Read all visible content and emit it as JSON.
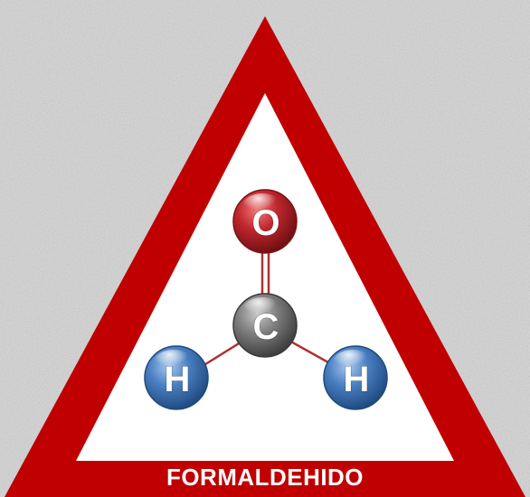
{
  "title": "FORMALDEHIDO",
  "colors": {
    "border_red": "#c00000",
    "inner_white": "#ffffff",
    "background_gray": "#d9d9d9",
    "oxygen": "#c0272d",
    "carbon": "#7f7f7f",
    "hydrogen": "#4a7fc1",
    "bond": "#b03030"
  },
  "molecule": {
    "oxygen": {
      "symbol": "O"
    },
    "carbon": {
      "symbol": "C"
    },
    "hydrogen_left": {
      "symbol": "H"
    },
    "hydrogen_right": {
      "symbol": "H"
    }
  }
}
